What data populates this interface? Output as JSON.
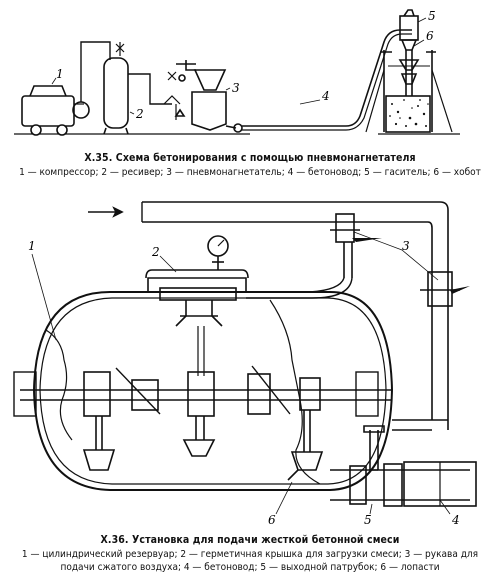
{
  "fig35": {
    "title": "Х.35. Схема бетонирования с помощью пневмонагнетателя",
    "legend": "1 — компрессор; 2 — ресивер; 3 — пневмонагнетатель; 4 — бетоновод; 5 — гаситель; 6 — хобот",
    "labels": {
      "n1": "1",
      "n2": "2",
      "n3": "3",
      "n4": "4",
      "n5": "5",
      "n6": "6"
    }
  },
  "fig36": {
    "title": "Х.36. Установка для подачи жесткой бетонной смеси",
    "legend_line1": "1 — цилиндрический резервуар; 2 — герметичная крышка для загрузки смеси; 3 — рукава для",
    "legend_line2": "подачи сжатого воздуха; 4 — бетоновод; 5 — выходной патрубок; 6 — лопасти",
    "labels": {
      "n1": "1",
      "n2": "2",
      "n3": "3",
      "n4": "4",
      "n5": "5",
      "n6": "6"
    }
  }
}
